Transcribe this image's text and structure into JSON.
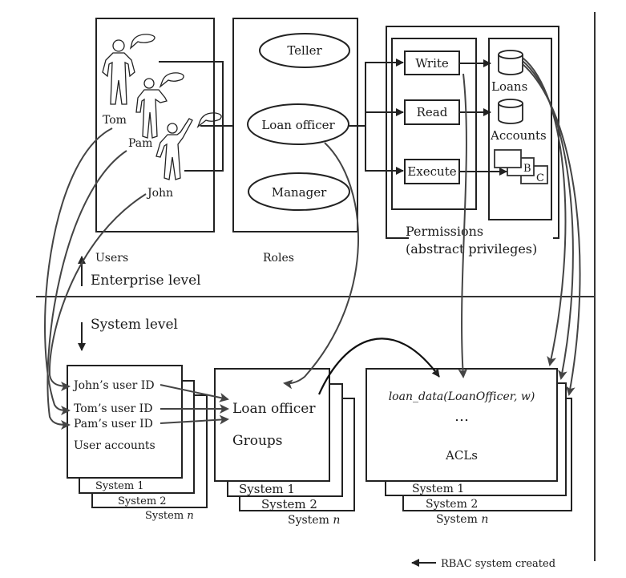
{
  "users": {
    "names": [
      "Tom",
      "Pam",
      "John"
    ],
    "caption": "Users"
  },
  "roles": {
    "items": [
      "Teller",
      "Loan officer",
      "Manager"
    ],
    "caption": "Roles"
  },
  "permissions": {
    "operations": [
      "Write",
      "Read",
      "Execute"
    ],
    "objects": [
      "Loans",
      "Accounts"
    ],
    "program_labels": [
      "B",
      "C"
    ],
    "caption_line1": "Permissions",
    "caption_line2": "(abstract privileges)"
  },
  "levels": {
    "enterprise": "Enterprise level",
    "system": "System level"
  },
  "user_accounts": {
    "ids": [
      "John’s user ID",
      "Tom’s user ID",
      "Pam’s user ID"
    ],
    "caption": "User accounts",
    "systems": [
      "System 1",
      "System 2",
      "System n"
    ]
  },
  "groups": {
    "entry": "Loan officer",
    "caption": "Groups",
    "systems": [
      "System 1",
      "System 2",
      "System n"
    ]
  },
  "acls": {
    "entry": "loan_data(LoanOfficer, w)",
    "ellipsis": "…",
    "caption": "ACLs",
    "systems": [
      "System 1",
      "System 2",
      "System n"
    ]
  },
  "legend": {
    "label": "RBAC system created"
  }
}
